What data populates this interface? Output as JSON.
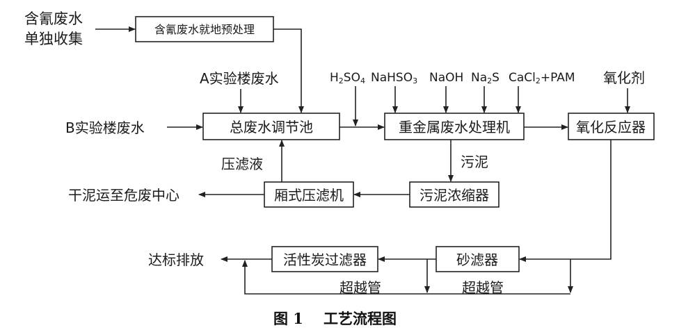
{
  "inputs": {
    "cyanide_line1": "含氰废水",
    "cyanide_line2": "单独收集",
    "lab_a": "A实验楼废水",
    "lab_b": "B实验楼废水"
  },
  "boxes": {
    "cyanide_pretreat": "含氰废水就地预处理",
    "equalization": "总废水调节池",
    "heavy_metal": "重金属废水处理机",
    "oxidation": "氧化反应器",
    "filter_press": "厢式压滤机",
    "thickener": "污泥浓缩器",
    "carbon_filter": "活性炭过滤器",
    "sand_filter": "砂滤器"
  },
  "reagents": {
    "h2so4_base": "H",
    "h2so4_sub1": "2",
    "h2so4_mid": "SO",
    "h2so4_sub2": "4",
    "nahso3_base": "NaHSO",
    "nahso3_sub": "3",
    "naoh": "NaOH",
    "na2s_base": "Na",
    "na2s_sub": "2",
    "na2s_end": "S",
    "cacl2_base": "CaCl",
    "cacl2_sub": "2",
    "cacl2_end": "+PAM",
    "oxidant": "氧化剂"
  },
  "labels": {
    "filtrate": "压滤液",
    "sludge": "污泥",
    "dry_sludge": "干泥运至危废中心",
    "discharge": "达标排放",
    "bypass_1": "超越管",
    "bypass_2": "超越管"
  },
  "caption": {
    "figure_no": "图 1",
    "title": "工艺流程图"
  }
}
